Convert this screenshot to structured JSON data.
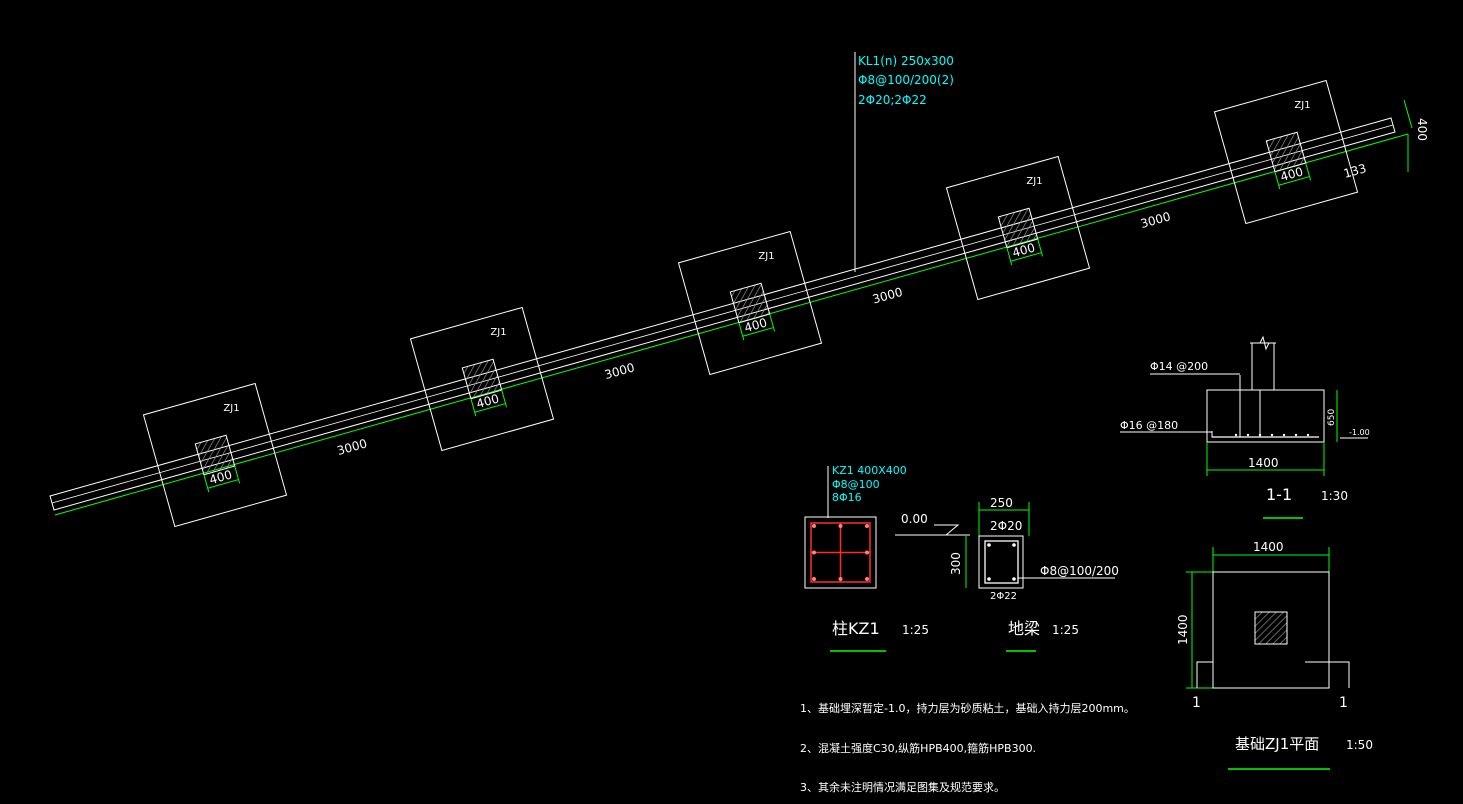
{
  "colors": {
    "background": "#000000",
    "line": "#ffffff",
    "dimension": "#00ff00",
    "annotation": "#00ffff",
    "rebar": "#ff2a2a",
    "hatch": "#9a9a9a"
  },
  "plan": {
    "beam_note": [
      "KL1(n) 250x300",
      "Φ8@100/200(2)",
      "2Φ20;2Φ22"
    ],
    "footing_label": "ZJ1",
    "column_dim": "400",
    "spacing_dim": "3000",
    "end_dim": "133",
    "width_dim": "400"
  },
  "column_detail": {
    "note": [
      "KZ1 400X400",
      "Φ8@100",
      "8Φ16"
    ],
    "title": "柱KZ1",
    "scale": "1:25"
  },
  "beam_section": {
    "elevation": "0.00",
    "width_dim": "250",
    "height_dim": "300",
    "top_bars": "2Φ20",
    "bottom_bars": "2Φ22",
    "stirrup": "Φ8@100/200",
    "title": "地梁",
    "scale": "1:25"
  },
  "section_1_1": {
    "top_rebar": "Φ14 @200",
    "bottom_rebar": "Φ16 @180",
    "height_dim": "650",
    "depth": "-1.00",
    "width_dim": "1400",
    "title": "1-1",
    "scale": "1:30"
  },
  "footing_plan": {
    "top_dim": "1400",
    "side_dim": "1400",
    "cut_left": "1",
    "cut_right": "1",
    "title": "基础ZJ1平面",
    "scale": "1:50"
  },
  "notes": [
    "1、基础埋深暂定-1.0，持力层为砂质粘土，基础入持力层200mm。",
    "2、混凝土强度C30,纵筋HPB400,箍筋HPB300.",
    "3、其余未注明情况满足图集及规范要求。"
  ]
}
